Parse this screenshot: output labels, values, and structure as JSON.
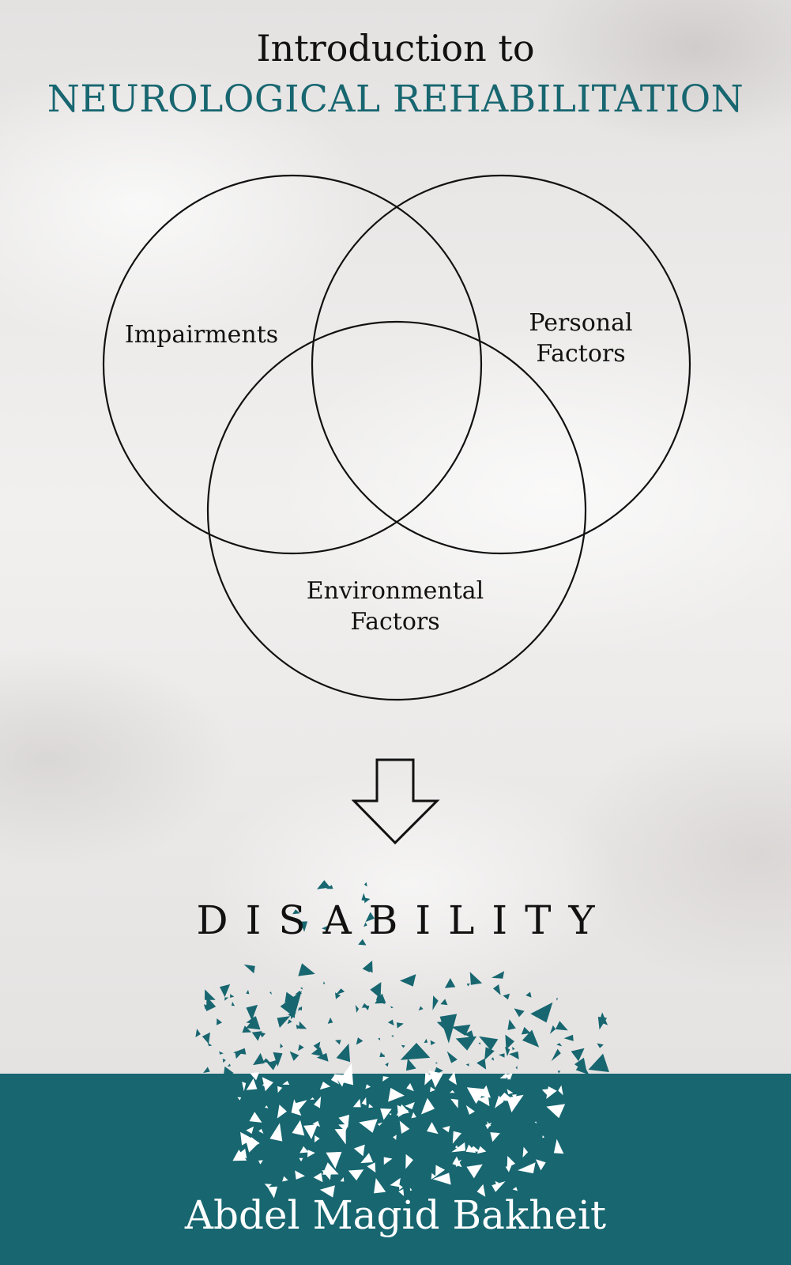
{
  "title": {
    "line1": "Introduction to",
    "line2": "NEUROLOGICAL REHABILITATION"
  },
  "venn_labels": {
    "impairments": "Impairments",
    "personal_line1": "Personal",
    "personal_line2": "Factors",
    "environmental_line1": "Environmental",
    "environmental_line2": "Factors"
  },
  "arrow_icon": "down-arrow-icon",
  "disability_word": "DISABILITY",
  "author": "Abdel Magid Bakheit",
  "colors": {
    "teal": "#176670",
    "ink": "#111111",
    "paper": "#eceae9"
  }
}
